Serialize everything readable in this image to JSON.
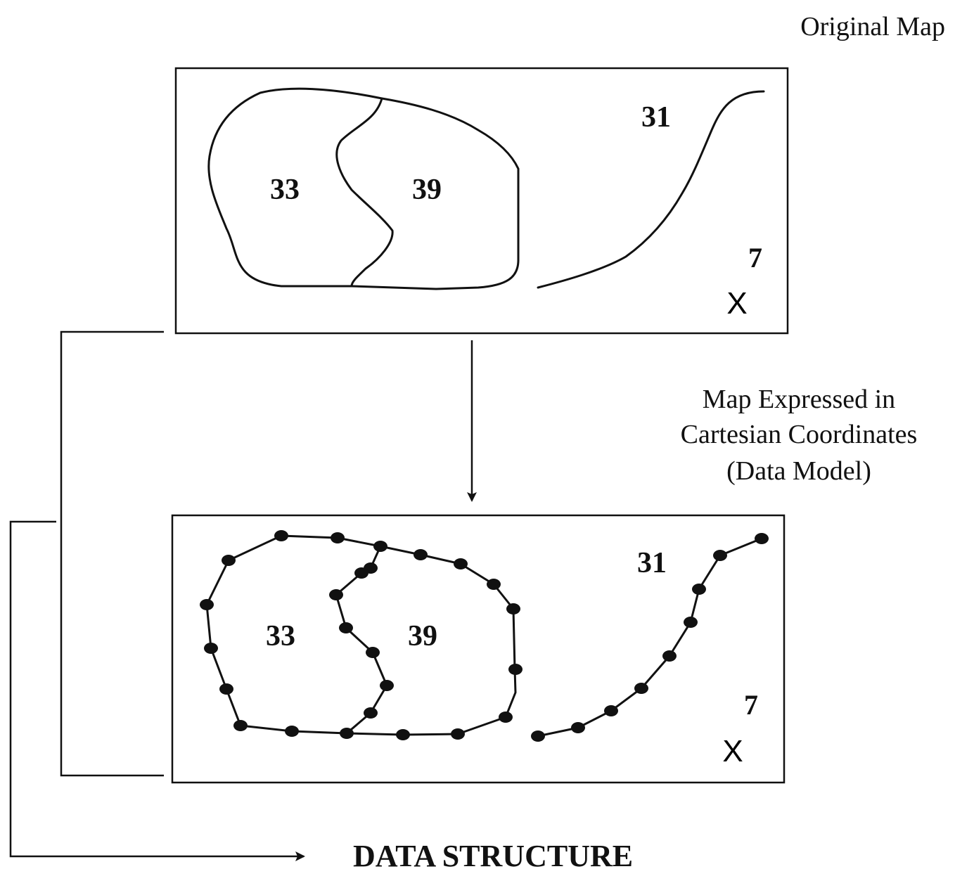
{
  "labels": {
    "original_map": "Original Map",
    "cartesian_line1": "Map Expressed in",
    "cartesian_line2": "Cartesian Coordinates",
    "cartesian_line3": "(Data Model)",
    "data_structure": "DATA STRUCTURE"
  },
  "regions": {
    "left": "33",
    "right": "39",
    "line": "31",
    "point": "7"
  },
  "point_symbol": "X"
}
